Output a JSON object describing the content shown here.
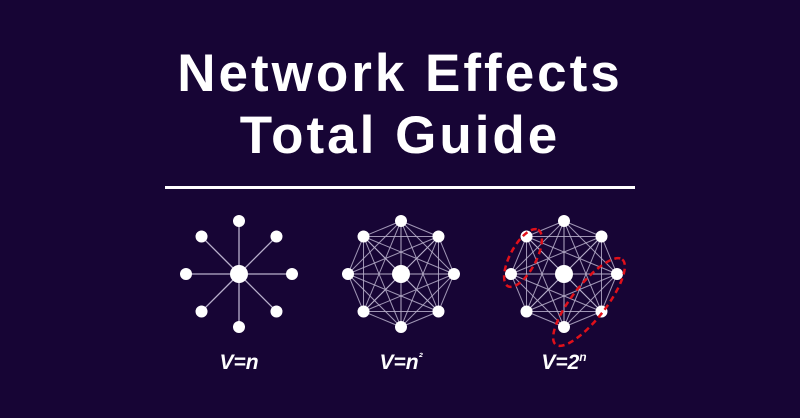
{
  "title": {
    "line1": "Network Effects",
    "line2": "Total Guide"
  },
  "diagrams": [
    {
      "type": "star",
      "label_base": "V=n",
      "label_sup": ""
    },
    {
      "type": "mesh",
      "label_base": "V=n",
      "label_sup": "²"
    },
    {
      "type": "mesh-groups",
      "label_base": "V=2",
      "label_sup": "n"
    }
  ],
  "colors": {
    "background": "#170535",
    "node": "#ffffff",
    "edge": "#b9b0cc",
    "group": "#e0101a"
  }
}
